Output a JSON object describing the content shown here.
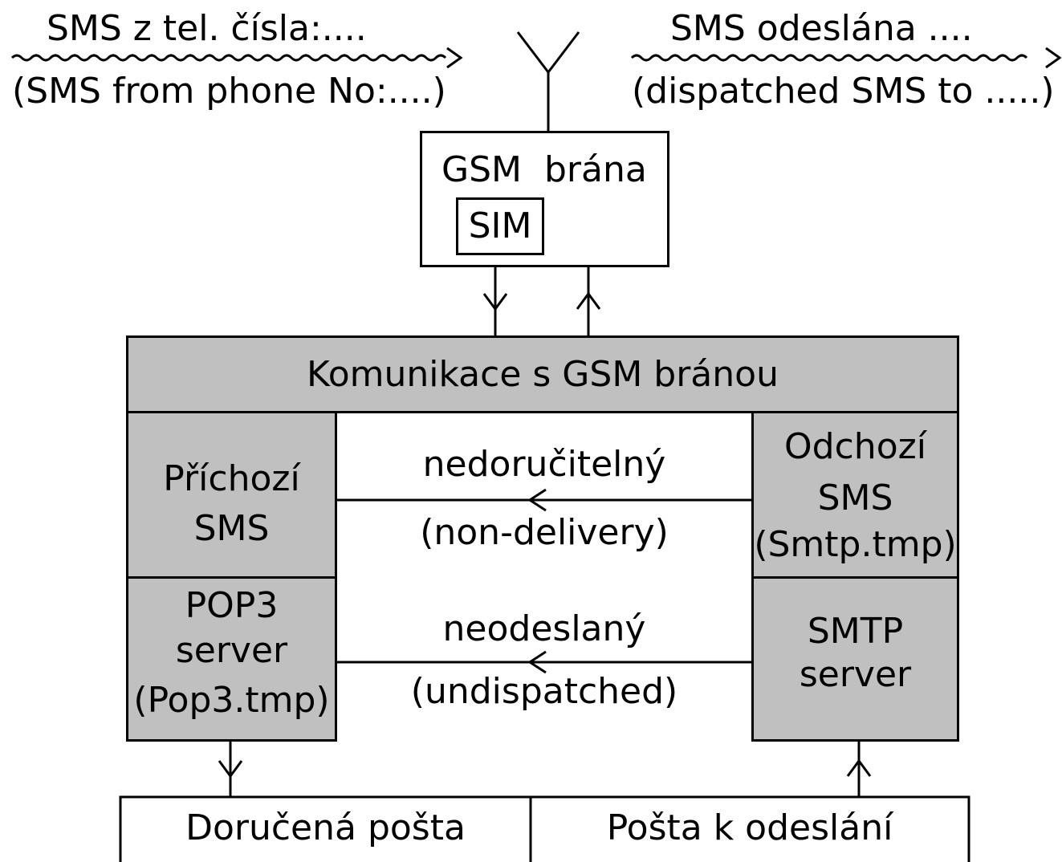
{
  "top": {
    "incoming_cz": "SMS z tel. čísla:....",
    "incoming_en": "(SMS from phone No:....)",
    "outgoing_cz": "SMS odeslána ....",
    "outgoing_en": "(dispatched SMS to .....)"
  },
  "gateway": {
    "title": "GSM  brána",
    "sim": "SIM"
  },
  "comm": {
    "label": "Komunikace s GSM bránou"
  },
  "incoming_sms": {
    "line1": "Příchozí",
    "line2": "SMS"
  },
  "outgoing_sms": {
    "line1": "Odchozí",
    "line2": "SMS",
    "line3": "(Smtp.tmp)"
  },
  "pop3": {
    "line1": "POP3",
    "line2": "server",
    "line3": "(Pop3.tmp)"
  },
  "smtp": {
    "line1": "SMTP",
    "line2": "server"
  },
  "flows": {
    "nondelivery_cz": "nedoručitelný",
    "nondelivery_en": "(non-delivery)",
    "undispatched_cz": "neodeslaný",
    "undispatched_en": "(undispatched)"
  },
  "mailboxes": {
    "delivered": "Doručená pošta",
    "to_send": "Pošta k odeslání"
  },
  "colors": {
    "module_fill": "#c0c0c0",
    "line": "#000000",
    "background": "#ffffff"
  }
}
